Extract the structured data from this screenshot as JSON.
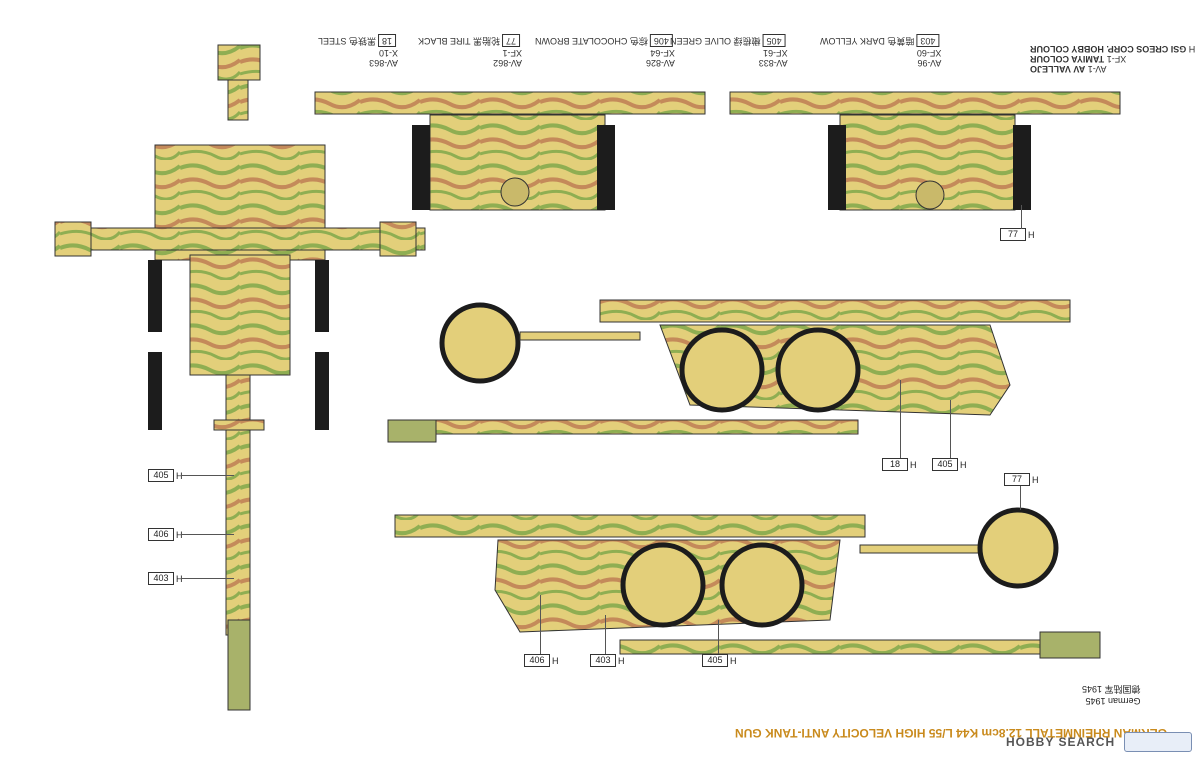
{
  "header": {
    "brands": [
      {
        "code": "AV-1",
        "name": "AV VALLEJO"
      },
      {
        "code": "XF-1",
        "name": "TAMIYA COLOUR"
      },
      {
        "code": "H",
        "name": "GSI CREOS CORP. HOBBY COLOUR"
      }
    ],
    "paints": [
      {
        "h": "403",
        "label": "暗黄色 DARK YELLOW",
        "xf": "XF-60",
        "av": "AV-96"
      },
      {
        "h": "405",
        "label": "橄榄绿 OLIVE GREEN",
        "xf": "XF-61",
        "av": "AV-833"
      },
      {
        "h": "406",
        "label": "棕色 CHOCOLATE BROWN",
        "xf": "XF-64",
        "av": "AV-826"
      },
      {
        "h": "77",
        "label": "轮胎黑 TIRE BLACK",
        "xf": "XF-1",
        "av": "AV-862"
      },
      {
        "h": "18",
        "label": "黑铁色 STEEL",
        "xf": "X-10",
        "av": "AV-863"
      }
    ]
  },
  "callouts": {
    "h_letter": "H",
    "top_view": [
      "405",
      "406",
      "403"
    ],
    "front_view_tire": "77",
    "side_upper": [
      "18",
      "405"
    ],
    "side_lower_wheel": "77",
    "side_lower": [
      "406",
      "403",
      "405"
    ]
  },
  "footer": {
    "title": "GERMAN RHEINMETALL 12.8cm K44 L/55 HIGH VELOCITY ANTI-TANK GUN",
    "subtitle_cn": "德国陆军 1945",
    "subtitle_en": "German 1945",
    "logo": "HOBBY SEARCH"
  },
  "colors": {
    "dark_yellow": "#e3cf7a",
    "olive_green": "#8fae52",
    "chocolate_brown": "#c48a5a",
    "tire_black": "#1c1c1c",
    "steel": "#555555",
    "title_orange": "#c98a1c"
  }
}
